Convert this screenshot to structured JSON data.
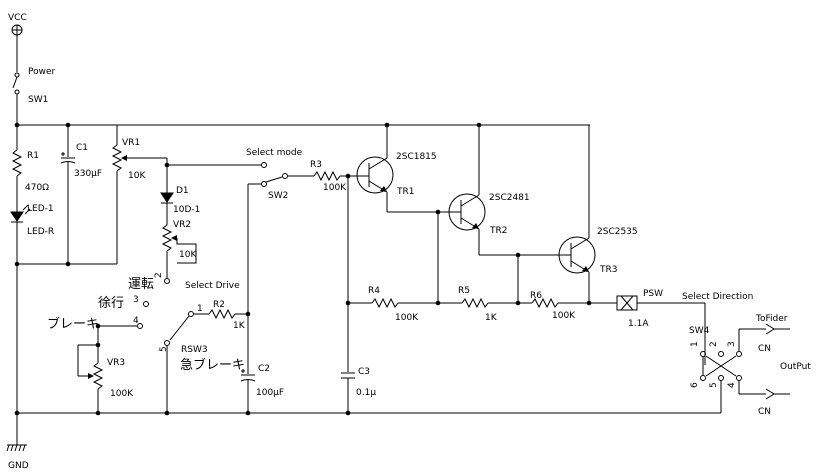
{
  "labels": {
    "vcc": "VCC",
    "gnd": "GND",
    "power": "Power",
    "sw1": "SW1",
    "r1": "R1",
    "r1_val": "470Ω",
    "led": "LED-1",
    "led_r": "LED-R",
    "c1": "C1",
    "c1_val": "330μF",
    "vr1": "VR1",
    "vr1_val": "10K",
    "d1": "D1",
    "d1_val": "10D-1",
    "vr2": "VR2",
    "vr2_val": "10K",
    "select_mode": "Select mode",
    "sw2": "SW2",
    "r3": "R3",
    "r3_val": "100K",
    "tr1_type": "2SC1815",
    "tr1": "TR1",
    "tr2_type": "2SC2481",
    "tr2": "TR2",
    "tr3_type": "2SC2535",
    "tr3": "TR3",
    "unten": "運転",
    "jokou": "徐行",
    "brake": "ブレーキ",
    "kyubrake": "急ブレーキ",
    "select_drive": "Select Drive",
    "rsw3": "RSW3",
    "r2": "R2",
    "r2_val": "1K",
    "c2": "C2",
    "c2_val": "100μF",
    "vr3": "VR3",
    "vr3_val": "100K",
    "r4": "R4",
    "r4_val": "100K",
    "r5": "R5",
    "r5_val": "1K",
    "r6": "R6",
    "r6_val": "100K",
    "c3": "C3",
    "c3_val": "0.1μ",
    "psw": "PSW",
    "psw_val": "1.1A",
    "select_direction": "Select Direction",
    "sw4": "SW4",
    "tofider": "ToFider",
    "cn1": "CN",
    "output": "OutPut",
    "cn2": "CN",
    "n1": "1",
    "n2": "2",
    "n3": "3",
    "n4": "4",
    "n5": "5",
    "s1": "1",
    "s2": "2",
    "s3": "3",
    "s4": "4",
    "s5": "5",
    "s6": "6"
  }
}
